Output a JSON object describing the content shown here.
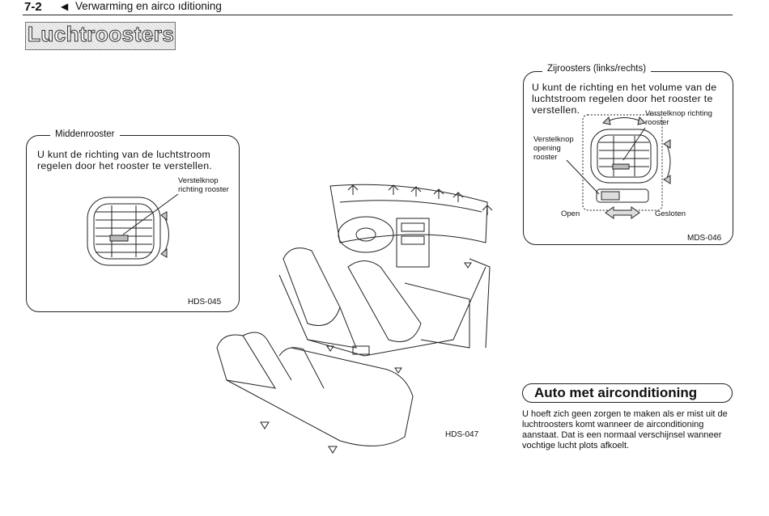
{
  "header": {
    "page_number": "7-2",
    "arrow_glyph": "◀",
    "chapter": "Verwarming en airco ıditioning"
  },
  "title": "Luchtroosters",
  "midden": {
    "label": "Middenrooster",
    "text_line1": "U kunt de richting van de luchtstroom",
    "text_line2": "regelen door het rooster te verstellen.",
    "callout_line1": "Verstelknop",
    "callout_line2": "richting rooster",
    "code": "HDS-045"
  },
  "zij": {
    "label": "Zijroosters (links/rechts)",
    "text_line1": "U kunt de richting en het volume van de",
    "text_line2": "luchtstroom regelen door het rooster te",
    "text_line3": "verstellen.",
    "callout_dir_line1": "Verstelknop richting",
    "callout_dir_line2": "rooster",
    "callout_open_line1": "Verstelknop",
    "callout_open_line2": "opening",
    "callout_open_line3": "rooster",
    "open_label": "Open",
    "closed_label": "Gesloten",
    "code": "MDS-046"
  },
  "car": {
    "code": "HDS-047"
  },
  "ac": {
    "heading": "Auto met airconditioning",
    "text": "U hoeft zich geen zorgen te maken als er mist uit de luchtroosters komt wanneer de airconditioning aanstaat. Dat is een normaal verschijnsel wanneer vochtige lucht plots afkoelt."
  }
}
